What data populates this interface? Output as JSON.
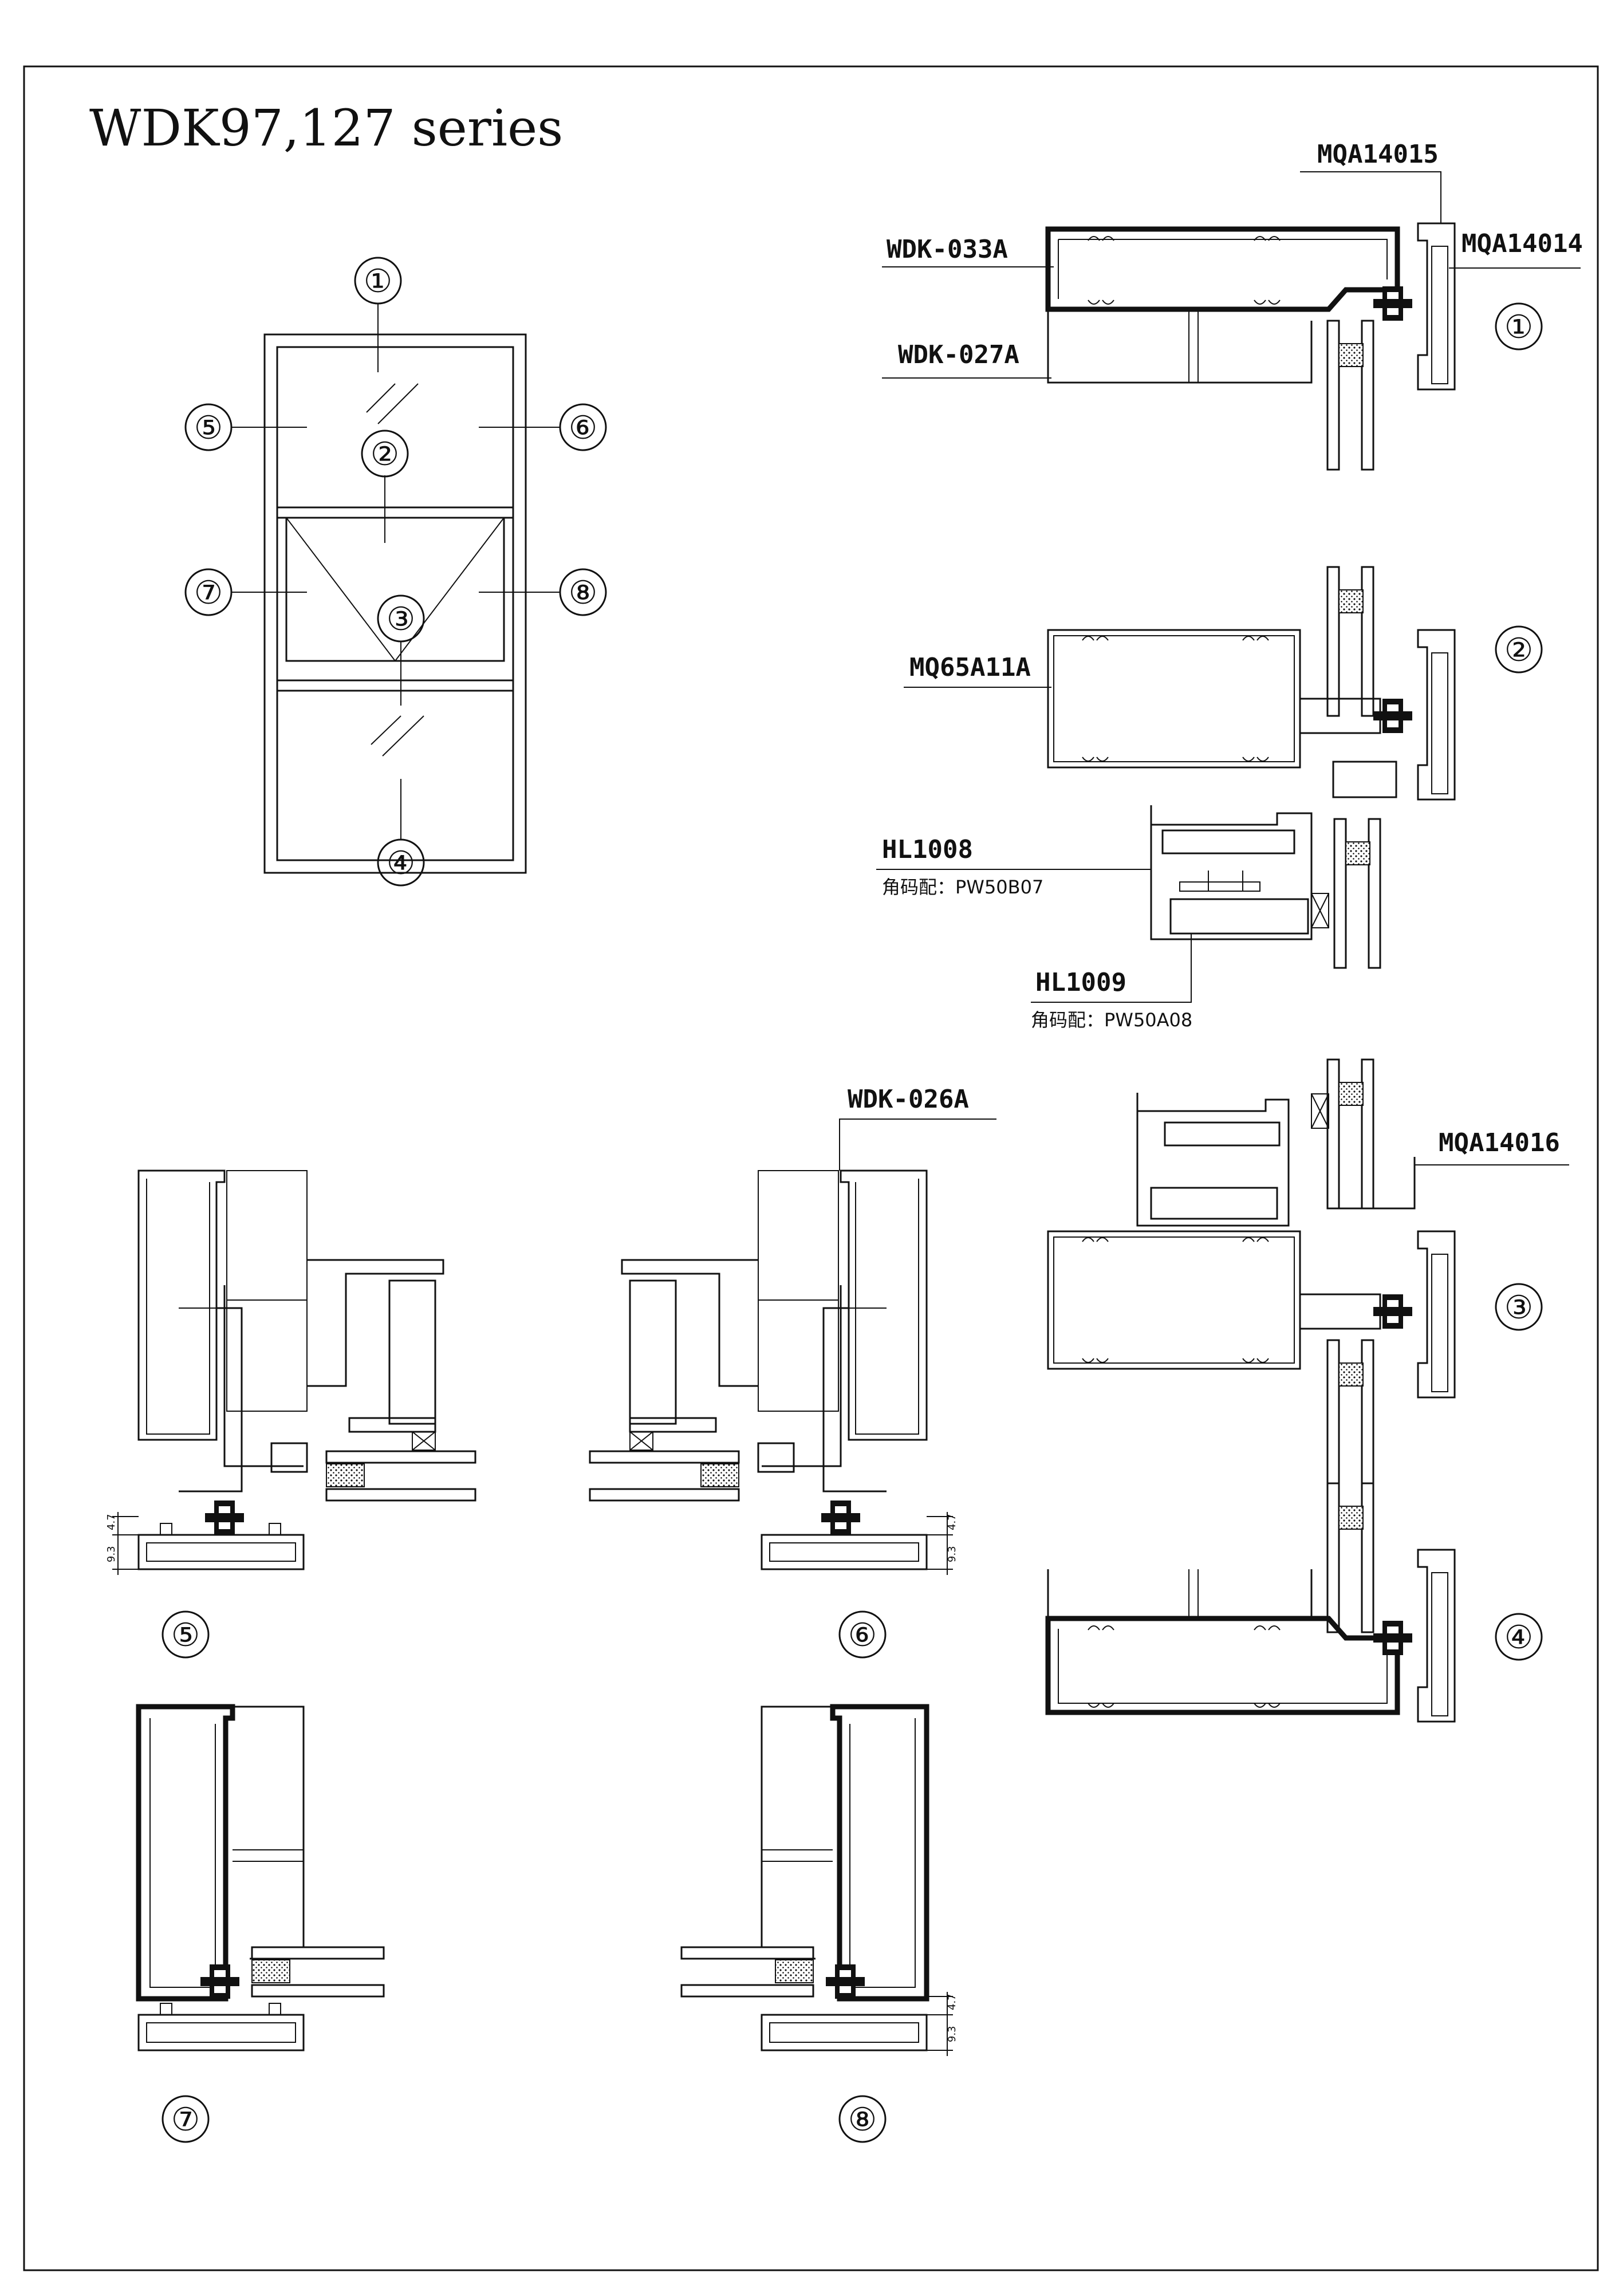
{
  "title": "WDK97,127 series",
  "parts": {
    "MQA14015": "MQA14015",
    "MQA14014": "MQA14014",
    "WDK_033A": "WDK-033A",
    "WDK_027A": "WDK-027A",
    "MQ65A11A": "MQ65A11A",
    "HL1008": "HL1008",
    "HL1008_corner": "角码配：PW50B07",
    "HL1009": "HL1009",
    "HL1009_corner": "角码配：PW50A08",
    "WDK_026A": "WDK-026A",
    "MQA14016": "MQA14016"
  },
  "markers": {
    "m1": "①",
    "m2": "②",
    "m3": "③",
    "m4": "④",
    "m5": "⑤",
    "m6": "⑥",
    "m7": "⑦",
    "m8": "⑧"
  },
  "dimensions": {
    "d1": "4.7",
    "d2": "9.3"
  }
}
